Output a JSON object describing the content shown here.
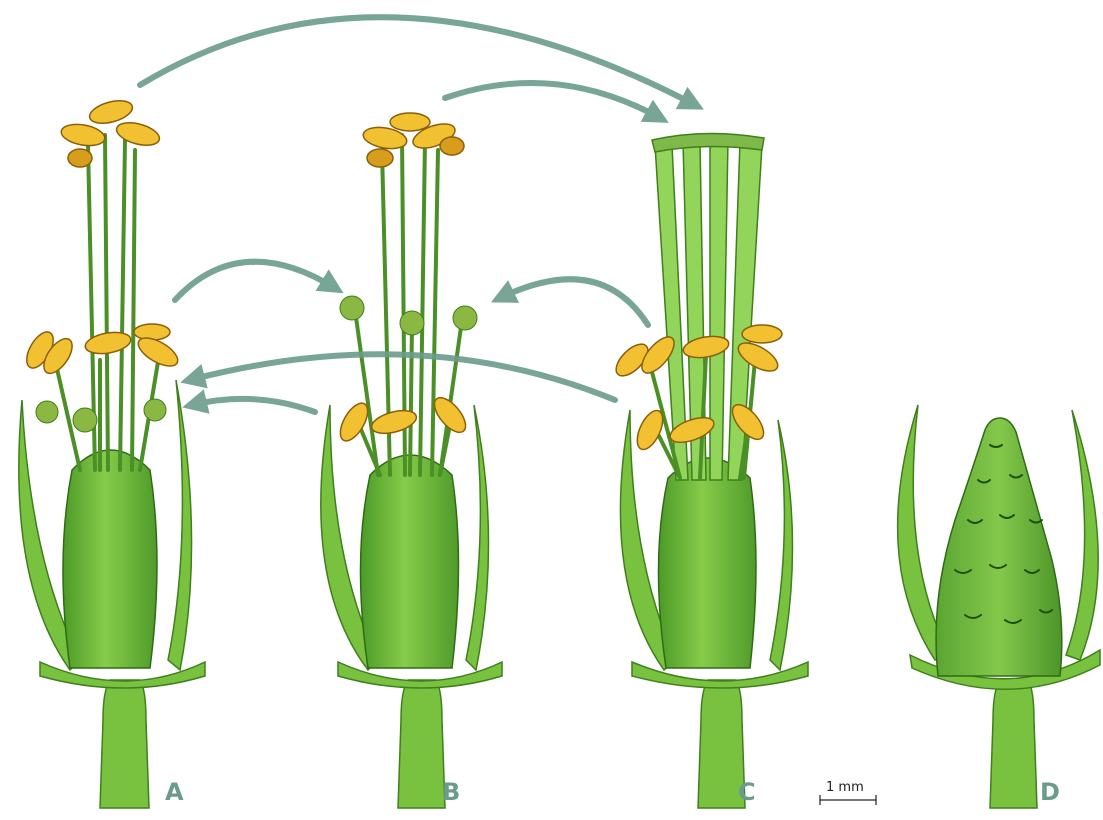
{
  "labels": {
    "a": "A",
    "b": "B",
    "c": "C",
    "d": "D"
  },
  "scale_bar": {
    "text": "1 mm"
  },
  "colors": {
    "stem": "#79c23f",
    "stem_dark": "#3f7f1d",
    "ovary": "#6bb83a",
    "anther": "#f2c132",
    "anther_dark": "#b98511",
    "stigma": "#8bb843",
    "arrow": "#6a9c8b",
    "label": "#6a9c8b"
  }
}
